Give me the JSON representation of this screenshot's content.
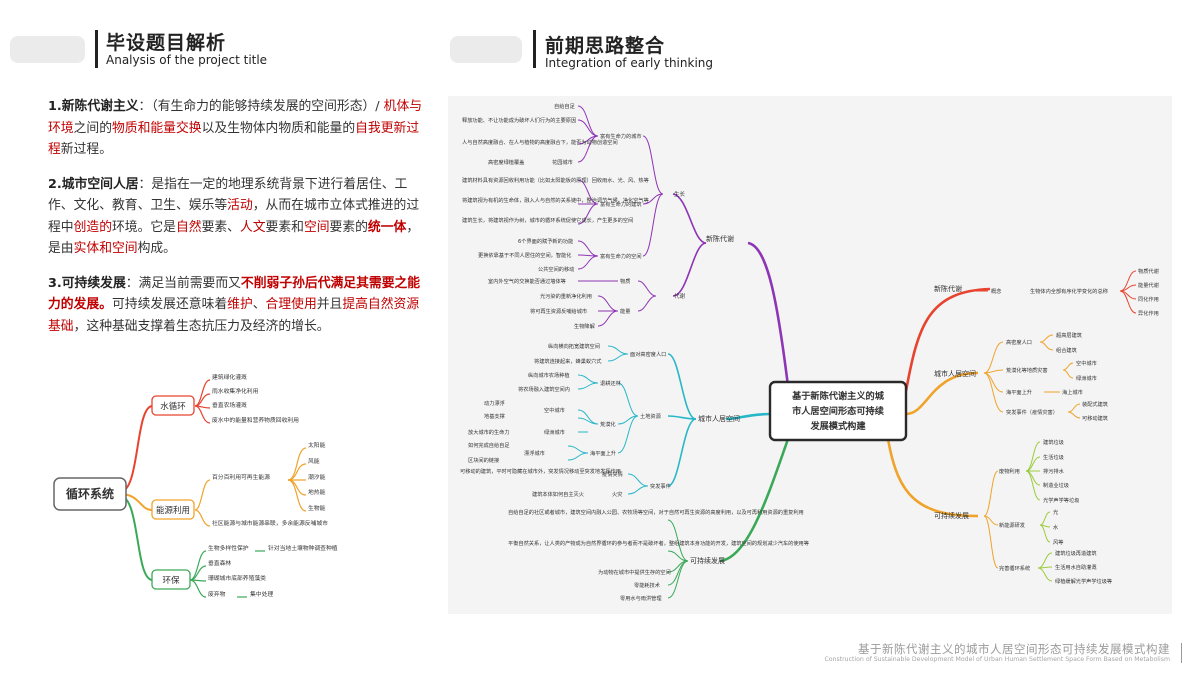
{
  "left_header": {
    "title_zh": "毕设题目解析",
    "title_en": "Analysis of the project title"
  },
  "right_header": {
    "title_zh": "前期思路整合",
    "title_en": "Integration of early thinking"
  },
  "analysis": {
    "p1": {
      "term": "1.新陈代谢主义",
      "colon": "：",
      "t1": "（有生命力的能够持续发展的空间形态）/ ",
      "r1": "机体与环境",
      "t2": "之间的",
      "r2": "物质和能量交换",
      "t3": "以及生物体内物质和能量的",
      "r3": "自我更新过程",
      "t4": "新过程。"
    },
    "p2": {
      "term": "2.城市空间人居",
      "colon": "：",
      "t1": "是指在一定的地理系统背景下进行着居住、工作、文化、教育、卫生、娱乐等",
      "r1": "活动",
      "t2": "，从而在城市立体式推进的过程中",
      "r2": "创造的",
      "t3": "环境。它是",
      "r3": "自然",
      "t4": "要素、",
      "r4": "人文",
      "t5": "要素和",
      "r5": "空间",
      "t6": "要素的",
      "r6": "统一体",
      "t7": "，是由",
      "r7": "实体和空间",
      "t8": "构成。"
    },
    "p3": {
      "term": "3.可持续发展",
      "colon": "：",
      "t1": "满足当前需要而又",
      "r1": "不削弱子孙后代满足其需要之能力的发展。",
      "t2": "可持续发展还意味着",
      "r2": "维护",
      "t3": "、",
      "r3": "合理使用",
      "t4": "并且",
      "r4": "提高自然资源基础",
      "t5": "，这种基础支撑着生态抗压力及经济的增长。"
    }
  },
  "cycle_map": {
    "root": "循环系统",
    "water": {
      "label": "水循环",
      "items": [
        "建筑绿化灌溉",
        "雨水收集净化利用",
        "垂直农场灌溉",
        "废水中的能量和营养物质回收利用"
      ]
    },
    "energy": {
      "label": "能源利用",
      "sub": "百分百利用可再生能源",
      "items": [
        "太阳能",
        "风能",
        "潮汐能",
        "地热能",
        "生物能"
      ],
      "extra": "社区能源与城市能源串联，多余能源反哺城市"
    },
    "env": {
      "label": "环保",
      "items": [
        "生物多样性保护",
        "垂直森林",
        "珊瑚城市底部养殖藻类",
        "废弃物"
      ],
      "sub1": "针对当地土壤物种调查种植",
      "sub2": "集中处理"
    }
  },
  "mindmap": {
    "center": [
      "基于新陈代谢主义的城",
      "市人居空间形态可持续",
      "发展模式构建"
    ],
    "left_xc": {
      "label": "新陈代谢",
      "shengzhang": "生长",
      "daixie": "代谢",
      "g1": {
        "label": "富有生命力的城市",
        "items": [
          "自给自足",
          "释放功能、不让功能成为破坏人们行为的主要原因",
          "人与自然高度融合、在人与植物的高度融合下，能否为动物创造空间",
          "高密度绿植覆盖"
        ],
        "side": "花园城市"
      },
      "g2": {
        "label": "富有生命力的建筑",
        "items": [
          "建筑材料具有资源回收利用功能（比如太阳能板的原理）回收雨水、光、风、热等",
          "将建筑视为有机的生命体，融入人与自然的关系链中，整治调节气候，净化空气等",
          "建筑生长，将建筑视作为树，城市的循环系统促使它成长，产生更多的空间"
        ]
      },
      "g3": {
        "label": "富有生命力的空间",
        "items": [
          "6个界面的赋予新的功能",
          "更换依靠基于不同人居住的空间，智能化",
          "公共空间的移动"
        ]
      },
      "wuzhi": {
        "label": "物质",
        "item": "室内外空气的交换能否通过墙体等"
      },
      "nengliang": {
        "label": "能量",
        "items": [
          "光污染的重新净化利用",
          "将可再生资源反哺给城市",
          "生物降解"
        ]
      }
    },
    "left_cs": {
      "label": "城市人居空间",
      "renkou": {
        "label": "面对高密度人口",
        "items": [
          "纵向横向拓宽建筑空间",
          "将建筑连接起来，蜂巢蚁穴式"
        ]
      },
      "tudi": "土地资源",
      "qianxi": {
        "label": "退耕还林",
        "items": [
          "纵向城市农场种植",
          "将农场融入建筑空间内"
        ]
      },
      "kongzhong": {
        "label": "空中城市",
        "items": [
          "动力漂浮",
          "地基支撑"
        ]
      },
      "lvzhou": {
        "label": "绿洲城市",
        "item": "放大城市的生命力"
      },
      "huangmo": "荒漠化",
      "shuiwei": "海平面上升",
      "piaofu": {
        "label": "漂浮城市",
        "items": [
          "如何完成自给自足",
          "区块间的链接"
        ]
      },
      "tufa": "突发事件",
      "yiqing": {
        "label": "疫情突情",
        "item": "可移动的建筑，平时可隐藏在城市外，突发情况移动至突发地发挥作用"
      },
      "huozai": {
        "label": "火灾",
        "item": "建筑本体如何自主灭火"
      }
    },
    "left_kc": {
      "label": "可持续发展",
      "items": [
        "自给自足的社区或者城市，建筑空间内融入公园、农牧场等空间，对于自然可再生资源的高度利用，以及可再利用资源的重复利用",
        "平衡自然关系，让人类的产物成为自然界循环的参与者而不是破坏者，整组建筑本身功能的开发，建筑空间的规划减少汽车的使用等",
        "为动物在城市中提供生存的空间",
        "零能耗技术",
        "零用水与雨洪管理"
      ]
    },
    "right_xc": {
      "label": "新陈代谢",
      "gainian": "概念",
      "desc": "生物体内全部有序化学变化的总称",
      "items": [
        "物质代谢",
        "能量代谢",
        "同化作用",
        "异化作用"
      ]
    },
    "right_cs": {
      "label": "城市人居空间",
      "renkou": {
        "label": "高密度人口",
        "items": [
          "超高层建筑",
          "组合建筑"
        ]
      },
      "huangmo": {
        "label": "荒漠化等地质灾害",
        "items": [
          "空中城市",
          "绿洲城市"
        ]
      },
      "shuiwei": {
        "label": "海平面上升",
        "item": "海上城市"
      },
      "tufa": {
        "label": "突发事件（疫情灾害）",
        "items": [
          "装配式建筑",
          "可移动建筑"
        ]
      }
    },
    "right_kc": {
      "label": "可持续发展",
      "feiwu": {
        "label": "废物利用",
        "items": [
          "建筑垃圾",
          "生活垃圾",
          "排污排水",
          "制造业垃圾",
          "光学声学等垃圾"
        ]
      },
      "xinneng": {
        "label": "新能源研发",
        "items": [
          "光",
          "水",
          "风等"
        ]
      },
      "xunhuan": {
        "label": "完善循环系统",
        "items": [
          "建筑垃圾再造建筑",
          "生活用水自助灌溉",
          "绿植缓解光学声学垃圾等"
        ]
      }
    }
  },
  "footer": {
    "zh": "基于新陈代谢主义的城市人居空间形态可持续发展模式构建",
    "en": "Construction of Sustainable Development Model of Urban Human Settlement Space Form Based on Metabolism"
  },
  "colors": {
    "accent_red": "#c00000",
    "purple": "#8e35b5",
    "red": "#e8432f",
    "teal": "#27b7c8",
    "green": "#3aa957",
    "orange": "#f0a32a",
    "yellow_green": "#9bcb3c"
  }
}
